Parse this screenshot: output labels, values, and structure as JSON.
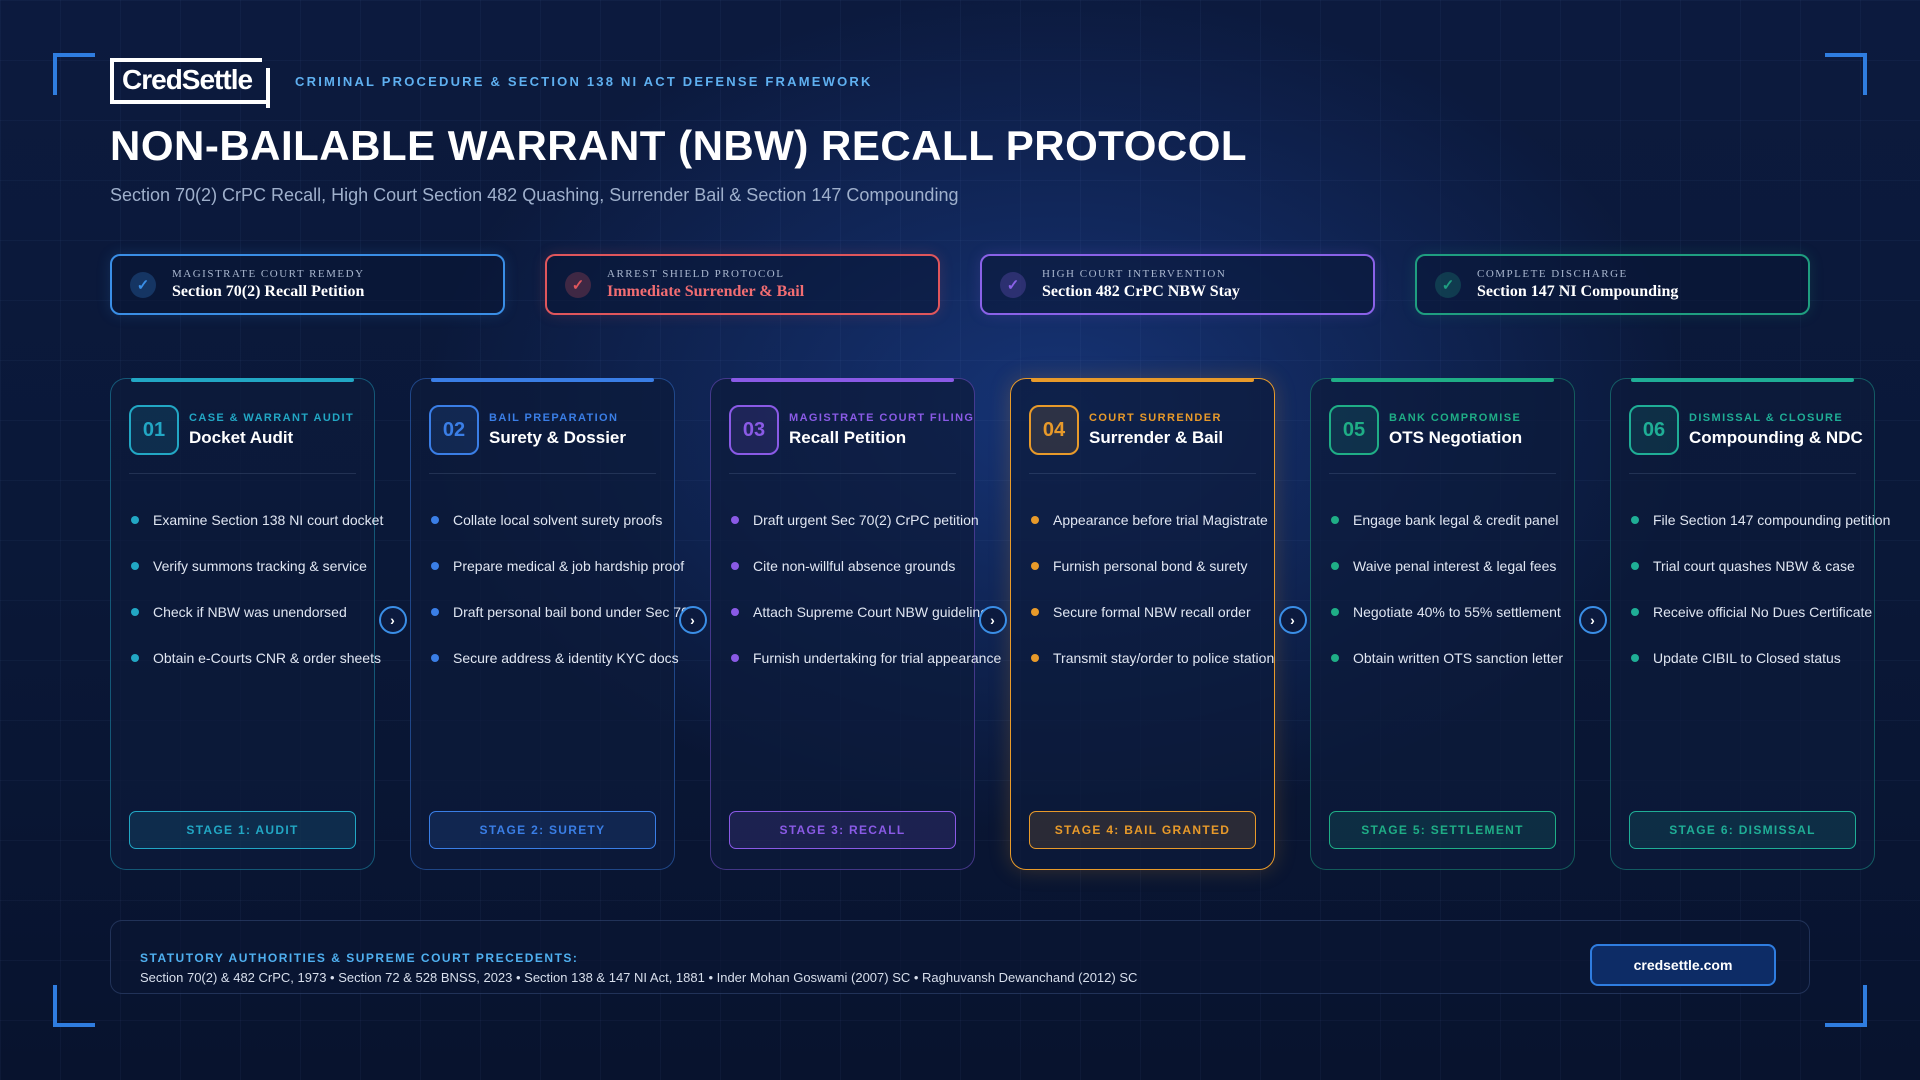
{
  "brand": {
    "logo_text": "CredSettle"
  },
  "header": {
    "eyebrow": "CRIMINAL PROCEDURE & SECTION 138 NI ACT DEFENSE FRAMEWORK",
    "title": "NON-BAILABLE WARRANT (NBW) RECALL PROTOCOL",
    "subtitle": "Section 70(2) CrPC Recall, High Court Section 482 Quashing, Surrender Bail & Section 147 Compounding"
  },
  "highlights": [
    {
      "label": "MAGISTRATE COURT REMEDY",
      "value": "Section 70(2) Recall Petition",
      "color": "#3a8ee6",
      "value_color": "#ffffff",
      "icon": "check-icon"
    },
    {
      "label": "ARREST SHIELD PROTOCOL",
      "value": "Immediate Surrender & Bail",
      "color": "#e0565c",
      "value_color": "#f26d72",
      "icon": "check-icon"
    },
    {
      "label": "HIGH COURT INTERVENTION",
      "value": "Section 482 CrPC NBW Stay",
      "color": "#8a62e8",
      "value_color": "#ffffff",
      "icon": "check-icon"
    },
    {
      "label": "COMPLETE DISCHARGE",
      "value": "Section 147 NI Compounding",
      "color": "#1f9e80",
      "value_color": "#ffffff",
      "icon": "check-icon"
    }
  ],
  "stages": [
    {
      "num": "01",
      "category": "CASE & WARRANT AUDIT",
      "title": "Docket Audit",
      "color": "#22a7c4",
      "items": [
        "Examine Section 138 NI court docket",
        "Verify summons tracking & service",
        "Check if NBW was unendorsed",
        "Obtain e-Courts CNR & order sheets"
      ],
      "button": "STAGE 1: AUDIT"
    },
    {
      "num": "02",
      "category": "BAIL PREPARATION",
      "title": "Surety & Dossier",
      "color": "#3a7ee6",
      "items": [
        "Collate local solvent surety proofs",
        "Prepare medical & job hardship proof",
        "Draft personal bail bond under Sec 70",
        "Secure address & identity KYC docs"
      ],
      "button": "STAGE 2: SURETY"
    },
    {
      "num": "03",
      "category": "MAGISTRATE COURT FILING",
      "title": "Recall Petition",
      "color": "#8a5ae6",
      "items": [
        "Draft urgent Sec 70(2) CrPC petition",
        "Cite non-willful absence grounds",
        "Attach Supreme Court NBW guidelines",
        "Furnish undertaking for trial appearance"
      ],
      "button": "STAGE 3: RECALL"
    },
    {
      "num": "04",
      "category": "COURT SURRENDER",
      "title": "Surrender & Bail",
      "color": "#e89a2a",
      "items": [
        "Appearance before trial Magistrate",
        "Furnish personal bond & surety",
        "Secure formal NBW recall order",
        "Transmit stay/order to police station"
      ],
      "button": "STAGE 4: BAIL GRANTED"
    },
    {
      "num": "05",
      "category": "BANK COMPROMISE",
      "title": "OTS Negotiation",
      "color": "#1fae86",
      "items": [
        "Engage bank legal & credit panel",
        "Waive penal interest & legal fees",
        "Negotiate 40% to 55% settlement",
        "Obtain written OTS sanction letter"
      ],
      "button": "STAGE 5: SETTLEMENT"
    },
    {
      "num": "06",
      "category": "DISMISSAL & CLOSURE",
      "title": "Compounding & NDC",
      "color": "#1fae96",
      "items": [
        "File Section 147 compounding petition",
        "Trial court quashes NBW & case",
        "Receive official No Dues Certificate",
        "Update CIBIL to Closed status"
      ],
      "button": "STAGE 6: DISMISSAL"
    }
  ],
  "arrow_icon": "chevron-right-icon",
  "footer": {
    "title": "STATUTORY AUTHORITIES & SUPREME COURT PRECEDENTS:",
    "text": "Section 70(2) & 482 CrPC, 1973 • Section 72 & 528 BNSS, 2023 • Section 138 & 147 NI Act, 1881 • Inder Mohan Goswami (2007) SC • Raghuvansh Dewanchand (2012) SC",
    "site": "credsettle.com"
  }
}
